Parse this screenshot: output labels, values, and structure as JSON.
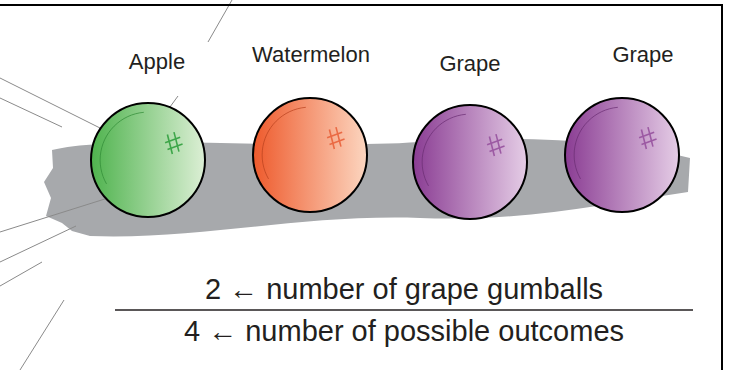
{
  "diagram": {
    "nodes": [
      {
        "text": [
          "Apple"
        ]
      },
      {
        "text": [
          "Watermelon"
        ]
      },
      {
        "text": [
          "Grape"
        ]
      },
      {
        "text": [
          "Grape"
        ]
      }
    ],
    "labels": [
      "2 ← number of grape gumballs",
      "4 ← number of possible outcomes"
    ]
  }
}
